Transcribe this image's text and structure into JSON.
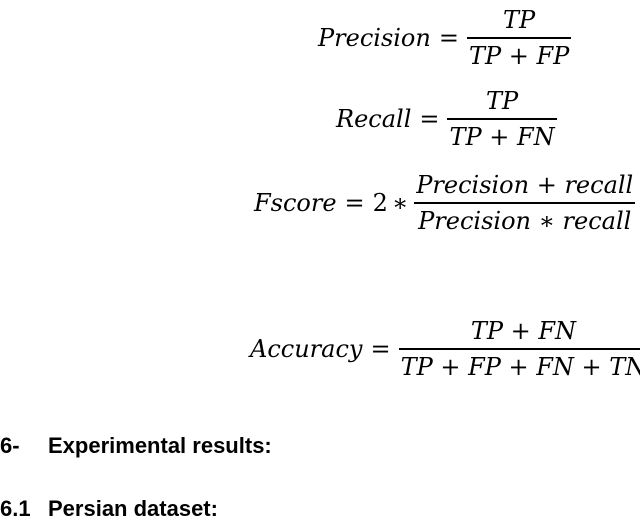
{
  "equations": {
    "precision": {
      "lhs": "Precision",
      "equals": "=",
      "numerator": "TP",
      "denominator": "TP + FP"
    },
    "recall": {
      "lhs": "Recall",
      "equals": "=",
      "numerator": "TP",
      "denominator": "TP + FN"
    },
    "fscore": {
      "lhs": "Fscore",
      "equals": "=",
      "coefficient": "2",
      "operator": "∗",
      "numerator": "Precision + recall",
      "denominator": "Precision ∗ recall"
    },
    "accuracy": {
      "lhs": "Accuracy",
      "equals": "=",
      "numerator": "TP + FN",
      "denominator": "TP + FP + FN + TN"
    }
  },
  "headings": {
    "results": {
      "number": "6-",
      "text": "Experimental results:"
    },
    "persian": {
      "number": "6.1",
      "text": "Persian dataset:"
    }
  }
}
